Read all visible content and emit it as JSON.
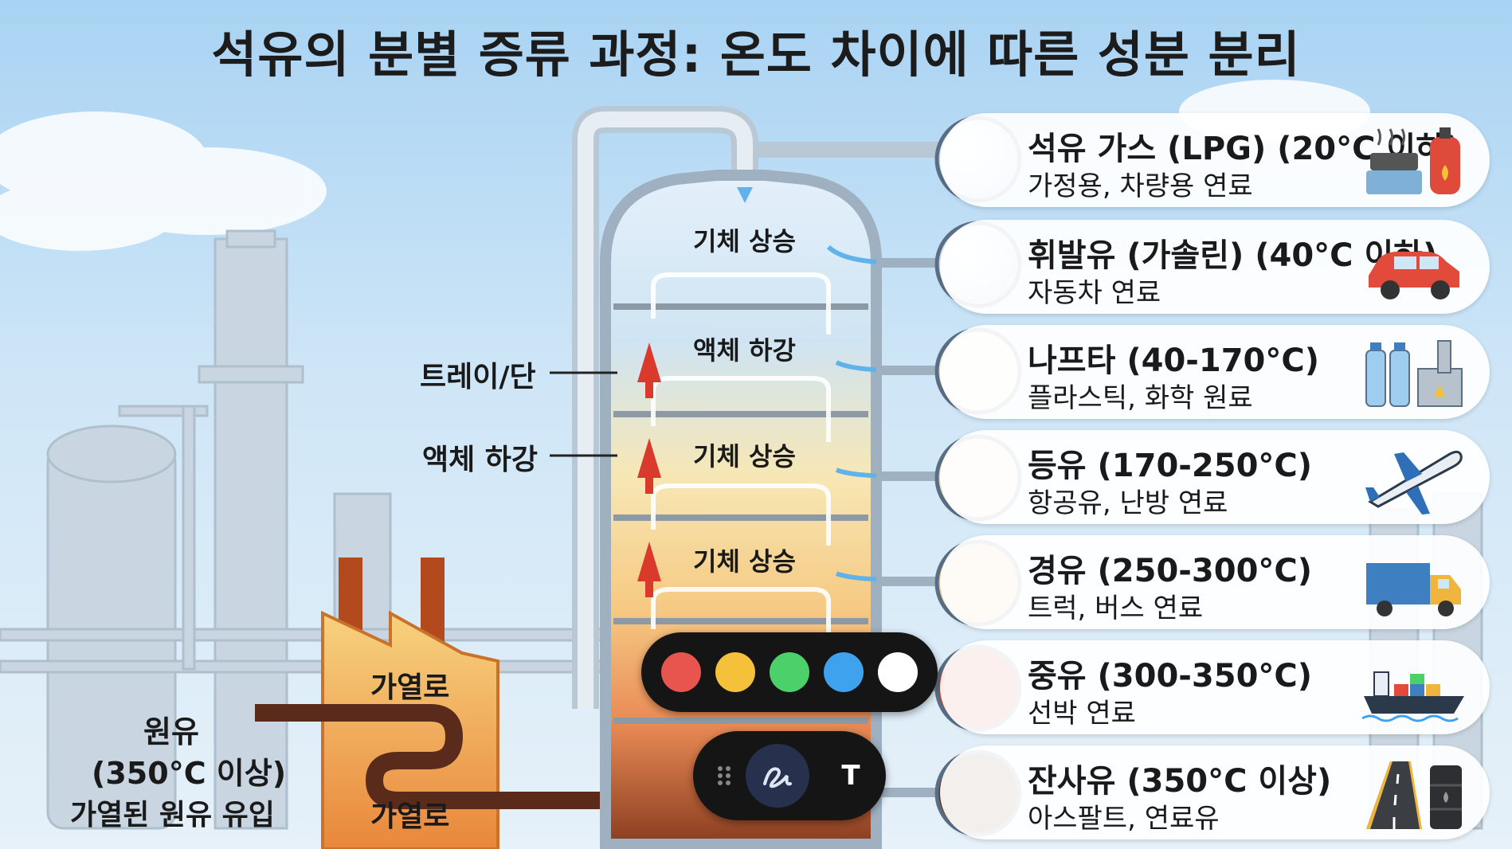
{
  "title": "석유의 분별 증류 과정: 온도 차이에 따른 성분 분리",
  "column_labels": {
    "gas_rise_1": "기체 상승",
    "liquid_fall": "액체 하강",
    "gas_rise_2": "기체 상승",
    "gas_rise_3": "기체 상승"
  },
  "side_labels": {
    "tray": "트레이/단",
    "liquid_down": "액체 하강"
  },
  "furnace": {
    "top_label": "가열로",
    "bottom_label": "가열로"
  },
  "crude": {
    "line1": "원유",
    "line2": "(350°C 이상)",
    "line3": "가열된 원유 유입"
  },
  "products": [
    {
      "name": "석유 가스 (LPG) (20°C 이하)",
      "use": "가정용, 차량용 연료",
      "icon": "gas-stove-cylinder-icon"
    },
    {
      "name": "휘발유 (가솔린) (40°C 이하)",
      "use": "자동차 연료",
      "icon": "car-icon"
    },
    {
      "name": "나프타 (40-170°C)",
      "use": "플라스틱, 화학 원료",
      "icon": "bottles-factory-icon"
    },
    {
      "name": "등유 (170-250°C)",
      "use": "항공유, 난방 연료",
      "icon": "airplane-icon"
    },
    {
      "name": "경유 (250-300°C)",
      "use": "트럭, 버스 연료",
      "icon": "truck-icon"
    },
    {
      "name": "중유 (300-350°C)",
      "use": "선박 연료",
      "icon": "ship-icon"
    },
    {
      "name": "잔사유 (350°C 이상)",
      "use": "아스팔트, 연료유",
      "icon": "road-barrel-icon"
    }
  ],
  "palette": {
    "colors": [
      "#e8544e",
      "#f5c13b",
      "#4cd16a",
      "#3ea2ef",
      "#ffffff"
    ]
  },
  "toolbar": {
    "text_label": "T",
    "drag_icon": "drag-handle-icon",
    "pen_icon": "pen-icon"
  }
}
